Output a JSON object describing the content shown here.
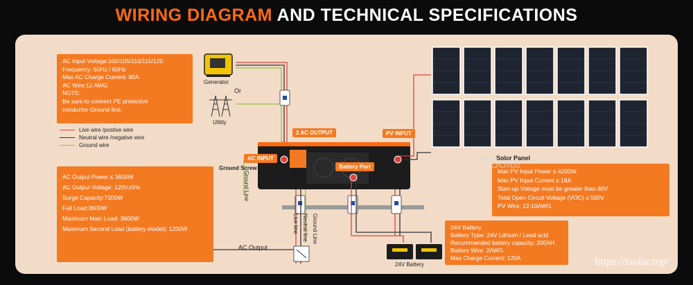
{
  "header": {
    "title_accent": "WIRING DIAGRAM",
    "title_rest": "AND TECHNICAL SPECIFICATIONS"
  },
  "ac_input_box": {
    "lines": [
      "AC Input Voltage:100/105/110/115/120",
      "Frequency: 50Hz / 60Hz",
      "Max AC Charge Current: 80A",
      "AC Wire:12 AWG",
      "NOTE:",
      "Be sure to  connect PE protective",
      "conductor Ground first."
    ]
  },
  "legend": {
    "items": [
      {
        "label": "Live wire /postive wire",
        "color": "#e0413a"
      },
      {
        "label": "Neutral wire /negative wire",
        "color": "#333333"
      },
      {
        "label": "Ground wire",
        "color": "#8cc43f"
      }
    ]
  },
  "ac_output_box": {
    "lines": [
      "AC Output Power ≤ 3600W",
      "AC Output Voltage:   120V±5%",
      "Surge Capacity:7200W",
      "Full Load:3600W",
      "Maximum Main Load: 3600W",
      "Maximum Second Load (battery model): 1200W"
    ]
  },
  "solar_box": {
    "title": "Solar Panel",
    "lines": [
      "Max PV Input Power ≤ 4200W",
      "Max PV Input Current ≤ 18A",
      "Start-up Voltage must be greater than 60V",
      "Total Open Circuit Voltage (VOC) ≤ 500V",
      "PV Wire: 12-10AWG"
    ]
  },
  "battery_box": {
    "lines": [
      "24V Battery",
      "Battery Type: 24V Lithium / Lead acid",
      "Recommended battery capacity: 200AH",
      "Battery Wire: 2AWG",
      "Max Charge Current: 120A"
    ]
  },
  "labels": {
    "generator": "Generator",
    "or": "Or",
    "utility": "Utility",
    "ac_output_tag": "2 AC OUTPUT",
    "pv_input_tag": "PV INPUT",
    "ac_input_tag": "AC INPUT",
    "battery_port_tag": "Battery Port",
    "ground_screw": "Ground Screw",
    "ground_line_left": "Ground Line",
    "live_line": "Live line",
    "neutral_line": "Neutral line",
    "ground_line": "Ground Line",
    "ac_output": "AC Output",
    "battery_caption": "24V Battery"
  },
  "watermark": "https://tsolar.top/",
  "brand_mark": "TSolar",
  "colors": {
    "accent": "#f47a22",
    "live": "#e0413a",
    "neutral": "#333333",
    "ground": "#8cc43f",
    "panel_bg": "#f2dcc8"
  }
}
